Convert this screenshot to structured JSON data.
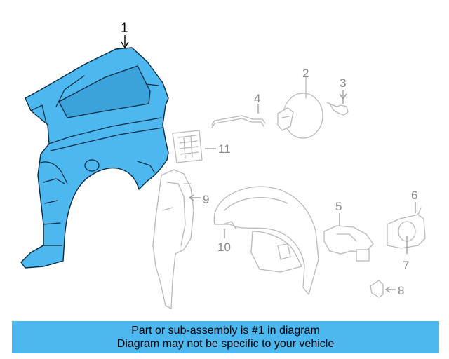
{
  "diagram": {
    "highlight_color": "#4db8f0",
    "callouts": [
      "1",
      "2",
      "3",
      "4",
      "5",
      "6",
      "7",
      "8",
      "9",
      "10",
      "11"
    ]
  },
  "banner": {
    "line1": "Part or sub-assembly is #1 in diagram",
    "line2": "Diagram may not be specific to your vehicle"
  }
}
